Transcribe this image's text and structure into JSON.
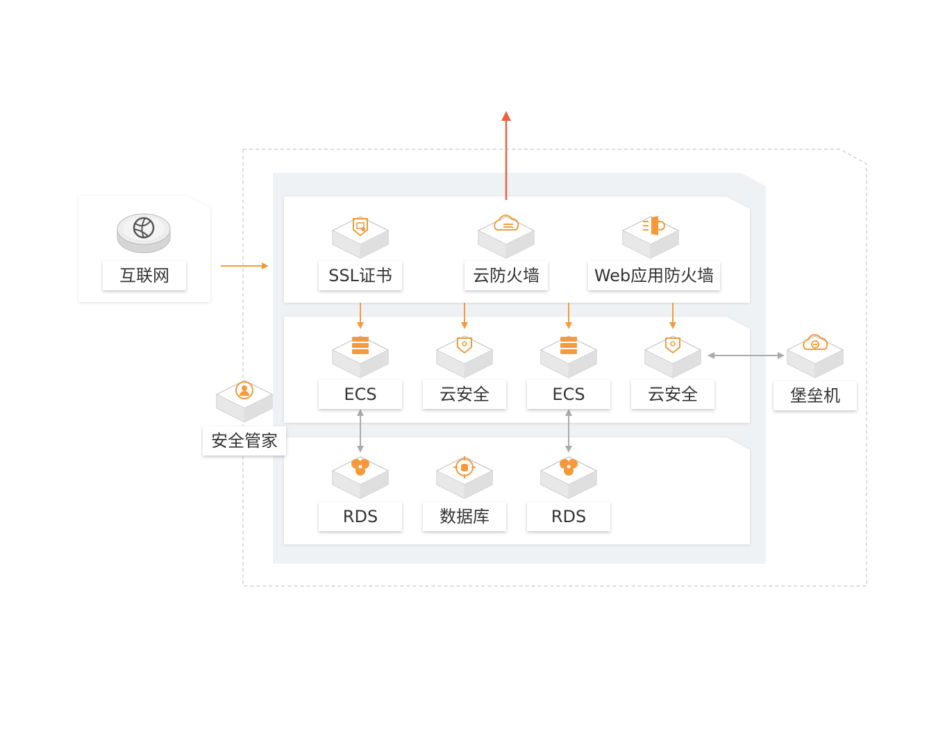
{
  "colors": {
    "accent": "#F7993A",
    "arrow_up": "#F0603A",
    "gray_arrow": "#AAAAAA",
    "panel_bg": "#EFF2F5",
    "layer_bg": "#FFFFFF",
    "dashed_border": "#C8C8C8"
  },
  "nodes": {
    "internet": {
      "label": "互联网",
      "icon": "globe-icon"
    },
    "ssl": {
      "label": "SSL证书",
      "icon": "certificate-icon"
    },
    "cloud_firewall": {
      "label": "云防火墙",
      "icon": "cloud-firewall-icon"
    },
    "waf": {
      "label": "Web应用防火墙",
      "icon": "waf-icon"
    },
    "ecs_1": {
      "label": "ECS",
      "icon": "server-icon"
    },
    "cloud_security_1": {
      "label": "云安全",
      "icon": "shield-icon"
    },
    "ecs_2": {
      "label": "ECS",
      "icon": "server-icon"
    },
    "cloud_security_2": {
      "label": "云安全",
      "icon": "shield-icon"
    },
    "bastion": {
      "label": "堡垒机",
      "icon": "bastion-cloud-icon"
    },
    "security_manager": {
      "label": "安全管家",
      "icon": "security-expert-icon"
    },
    "rds_1": {
      "label": "RDS",
      "icon": "rds-icon"
    },
    "database": {
      "label": "数据库",
      "icon": "database-target-icon"
    },
    "rds_2": {
      "label": "RDS",
      "icon": "rds-icon"
    }
  }
}
